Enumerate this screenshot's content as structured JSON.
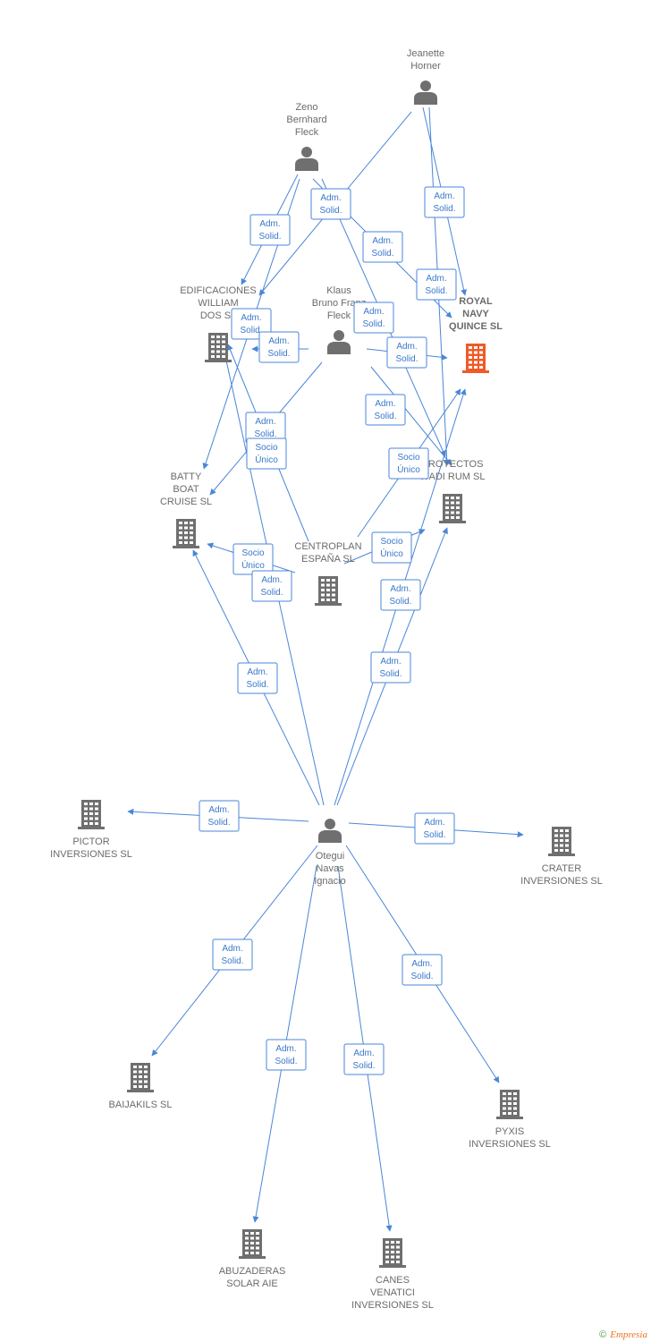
{
  "colors": {
    "edge": "#4a86d8",
    "person": "#6f6f6f",
    "company": "#6f6f6f",
    "highlight": "#ef5a26",
    "label": "#6b6b6b"
  },
  "nodes": [
    {
      "id": "jeanette",
      "type": "person",
      "lines": [
        "Jeanette",
        "Horner"
      ]
    },
    {
      "id": "zeno",
      "type": "person",
      "lines": [
        "Zeno",
        "Bernhard",
        "Fleck"
      ]
    },
    {
      "id": "klaus",
      "type": "person",
      "lines": [
        "Klaus",
        "Bruno Franz",
        "Fleck"
      ]
    },
    {
      "id": "otegui",
      "type": "person",
      "lines": [
        "Otegui",
        "Navas",
        "Ignacio"
      ]
    },
    {
      "id": "royal",
      "type": "company",
      "highlight": true,
      "lines": [
        "ROYAL",
        "NAVY",
        "QUINCE SL"
      ]
    },
    {
      "id": "edificaciones",
      "type": "company",
      "lines": [
        "EDIFICACIONES",
        "WILLIAM",
        "DOS SL"
      ]
    },
    {
      "id": "batty",
      "type": "company",
      "lines": [
        "BATTY",
        "BOAT",
        "CRUISE SL"
      ]
    },
    {
      "id": "proyectos",
      "type": "company",
      "lines": [
        "PROYECTOS",
        "WADI RUM SL"
      ]
    },
    {
      "id": "centroplan",
      "type": "company",
      "lines": [
        "CENTROPLAN",
        "ESPAÑA SL"
      ]
    },
    {
      "id": "pictor",
      "type": "company",
      "lines": [
        "PICTOR",
        "INVERSIONES SL"
      ]
    },
    {
      "id": "crater",
      "type": "company",
      "lines": [
        "CRATER",
        "INVERSIONES SL"
      ]
    },
    {
      "id": "baijakils",
      "type": "company",
      "lines": [
        "BAIJAKILS SL"
      ]
    },
    {
      "id": "pyxis",
      "type": "company",
      "lines": [
        "PYXIS",
        "INVERSIONES SL"
      ]
    },
    {
      "id": "abuzaderas",
      "type": "company",
      "lines": [
        "ABUZADERAS",
        "SOLAR AIE"
      ]
    },
    {
      "id": "canes",
      "type": "company",
      "lines": [
        "CANES",
        "VENATICI",
        "INVERSIONES SL"
      ]
    }
  ],
  "edges": [
    {
      "from": "jeanette",
      "to": "royal",
      "lines": [
        "Adm.",
        "Solid."
      ]
    },
    {
      "from": "jeanette",
      "to": "proyectos",
      "lines": [
        "Adm.",
        "Solid."
      ]
    },
    {
      "from": "jeanette",
      "to": "edificaciones",
      "lines": [
        "Adm.",
        "Solid."
      ]
    },
    {
      "from": "zeno",
      "to": "edificaciones",
      "lines": [
        "Adm.",
        "Solid."
      ]
    },
    {
      "from": "zeno",
      "to": "batty",
      "lines": [
        "Adm.",
        "Solid."
      ]
    },
    {
      "from": "zeno",
      "to": "royal",
      "lines": [
        "Adm.",
        "Solid."
      ]
    },
    {
      "from": "zeno",
      "to": "proyectos",
      "lines": [
        "Adm.",
        "Solid."
      ]
    },
    {
      "from": "klaus",
      "to": "edificaciones",
      "lines": [
        "Adm.",
        "Solid."
      ]
    },
    {
      "from": "klaus",
      "to": "royal",
      "lines": [
        "Adm.",
        "Solid."
      ]
    },
    {
      "from": "klaus",
      "to": "batty",
      "lines": [
        "Adm.",
        "Solid."
      ]
    },
    {
      "from": "klaus",
      "to": "proyectos",
      "lines": [
        "Adm.",
        "Solid."
      ]
    },
    {
      "from": "centroplan",
      "to": "edificaciones",
      "lines": [
        "Socio",
        "Único"
      ]
    },
    {
      "from": "centroplan",
      "to": "royal",
      "lines": [
        "Socio",
        "Único"
      ]
    },
    {
      "from": "centroplan",
      "to": "batty",
      "lines": [
        "Socio",
        "Único"
      ]
    },
    {
      "from": "centroplan",
      "to": "proyectos",
      "lines": [
        "Socio",
        "Único"
      ]
    },
    {
      "from": "otegui",
      "to": "edificaciones",
      "lines": [
        "Adm.",
        "Solid."
      ]
    },
    {
      "from": "otegui",
      "to": "batty",
      "lines": [
        "Adm.",
        "Solid."
      ]
    },
    {
      "from": "otegui",
      "to": "proyectos",
      "lines": [
        "Adm.",
        "Solid."
      ]
    },
    {
      "from": "otegui",
      "to": "royal",
      "lines": [
        "Adm.",
        "Solid."
      ]
    },
    {
      "from": "otegui",
      "to": "pictor",
      "lines": [
        "Adm.",
        "Solid."
      ]
    },
    {
      "from": "otegui",
      "to": "crater",
      "lines": [
        "Adm.",
        "Solid."
      ]
    },
    {
      "from": "otegui",
      "to": "baijakils",
      "lines": [
        "Adm.",
        "Solid."
      ]
    },
    {
      "from": "otegui",
      "to": "pyxis",
      "lines": [
        "Adm.",
        "Solid."
      ]
    },
    {
      "from": "otegui",
      "to": "abuzaderas",
      "lines": [
        "Adm.",
        "Solid."
      ]
    },
    {
      "from": "otegui",
      "to": "canes",
      "lines": [
        "Adm.",
        "Solid."
      ]
    }
  ],
  "footer": {
    "copyright": "©",
    "brand": "Empresia"
  }
}
